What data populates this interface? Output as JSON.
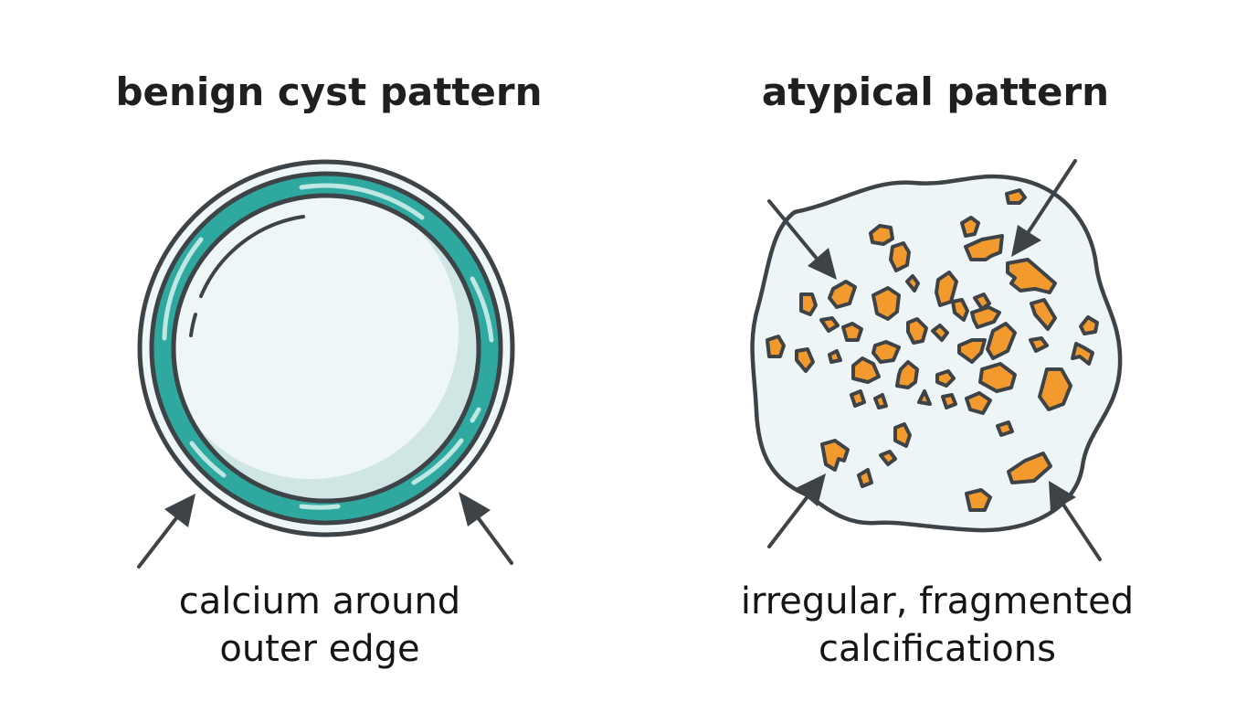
{
  "panels": [
    {
      "title": "benign cyst pattern",
      "caption_lines": [
        "calcium around",
        "outer edge"
      ],
      "illustration": "round cyst with smooth continuous rim of calcium",
      "arrows": 2
    },
    {
      "title": "atypical pattern",
      "caption_lines": [
        "irregular, fragmented",
        "calcifications"
      ],
      "illustration": "irregular wavy mass with scattered fragmented calcifications",
      "arrows": 4
    }
  ],
  "colors": {
    "outline": "#3d4347",
    "teal_rim": "#2fa8a0",
    "teal_highlight": "#bfe8e4",
    "cyst_fill": "#eef6f7",
    "cyst_shadow": "#cfe6e4",
    "mass_fill": "#eef5f7",
    "calcification": "#f39a2e",
    "text": "#1f1f1f"
  }
}
